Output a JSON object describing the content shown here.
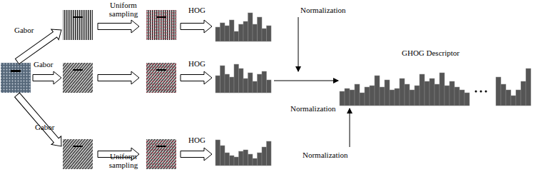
{
  "diagram": {
    "labels": [
      "Gabor",
      "Uniform sampling",
      "HOG",
      "Normalization",
      "Gabor",
      "HOG",
      "Normalization",
      "GHOG Descriptor",
      "Gabor",
      "Uniform sampling",
      "HOG",
      "Normalization"
    ]
  }
}
